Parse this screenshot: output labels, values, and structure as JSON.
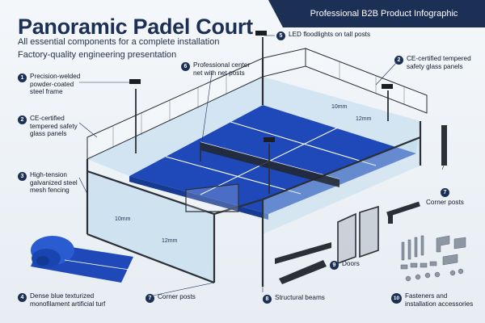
{
  "header": {
    "ribbon": "Professional B2B Product Infographic",
    "title": "Panoramic Padel Court",
    "subtitle1": "All essential components for a complete installation",
    "subtitle2": "Factory-quality engineering presentation"
  },
  "callouts": [
    {
      "num": "1",
      "lines": [
        "Precision-welded",
        "powder-coated",
        "steel frame"
      ]
    },
    {
      "num": "2",
      "lines": [
        "CE-certified",
        "tempered safety",
        "glass panels"
      ]
    },
    {
      "num": "3",
      "lines": [
        "High-tension",
        "galvanized steel",
        "mesh fencing"
      ]
    },
    {
      "num": "4",
      "lines": [
        "Dense blue texturized",
        "monofilament artificial turf"
      ]
    },
    {
      "num": "5",
      "lines": [
        "LED floodlights on tall posts"
      ]
    },
    {
      "num": "6",
      "lines": [
        "Professional center",
        "net with net posts"
      ]
    },
    {
      "num": "2",
      "lines": [
        "CE-certified tempered",
        "safety glass panels"
      ]
    },
    {
      "num": "7",
      "lines": [
        "Corner posts"
      ]
    },
    {
      "num": "7",
      "lines": [
        "Corner posts"
      ]
    },
    {
      "num": "8",
      "lines": [
        "Structural beams"
      ]
    },
    {
      "num": "9",
      "lines": [
        "Doors"
      ]
    },
    {
      "num": "10",
      "lines": [
        "Fasteners and",
        "installation accessories"
      ]
    }
  ],
  "dimensions": {
    "d10_back": "10mm",
    "d12_back": "12mm",
    "d10_front": "10mm",
    "d12_front": "12mm"
  },
  "colors": {
    "navy": "#1c2f55",
    "court_blue": "#1f49b8",
    "frame": "#2b2f36",
    "glass": "#bcd9ec"
  }
}
